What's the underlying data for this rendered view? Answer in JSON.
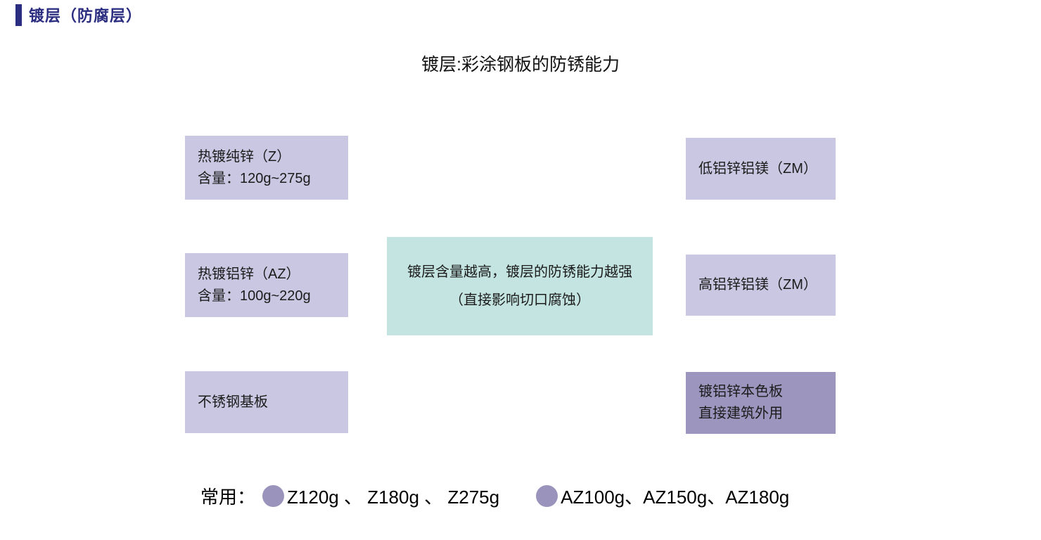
{
  "header": {
    "title": "镀层（防腐层）"
  },
  "diagram": {
    "title": "镀层:彩涂钢板的防锈能力",
    "left_boxes": [
      {
        "line1": "热镀纯锌（Z）",
        "line2": "含量：120g~275g"
      },
      {
        "line1": "热镀铝锌（AZ）",
        "line2": "含量：100g~220g"
      },
      {
        "line1": "不锈钢基板"
      }
    ],
    "center_box": {
      "line1": "镀层含量越高，镀层的防锈能力越强",
      "line2": "（直接影响切口腐蚀）"
    },
    "right_boxes": [
      {
        "line1": "低铝锌铝镁（ZM）"
      },
      {
        "line1": "高铝锌铝镁（ZM）"
      },
      {
        "line1": "镀铝锌本色板",
        "line2": "直接建筑外用"
      }
    ]
  },
  "legend": {
    "label": "常用：",
    "zinc_items": "Z120g 、 Z180g 、 Z275g",
    "alu_zinc_items": "AZ100g、AZ150g、AZ180g"
  },
  "colors": {
    "accent": "#2b2d80",
    "box_light": "#cac7e2",
    "box_teal": "#c3e4e0",
    "box_dark": "#9c95bd",
    "bullet": "#9a93bc"
  }
}
